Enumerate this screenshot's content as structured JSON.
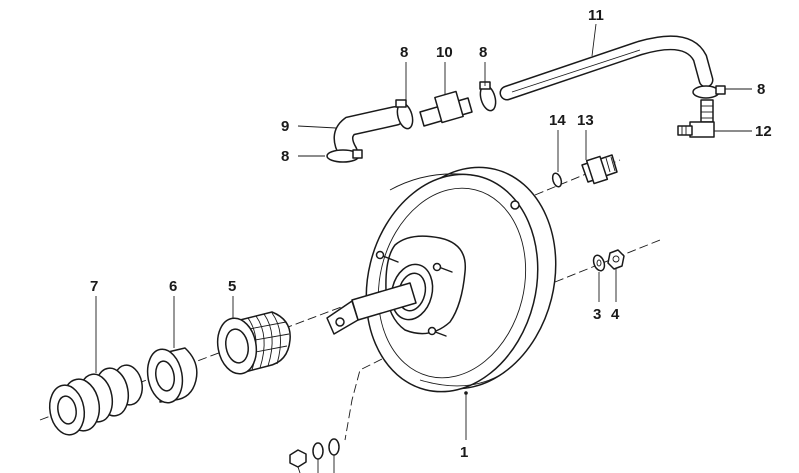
{
  "diagram": {
    "callouts": [
      {
        "id": "c1",
        "label": "1"
      },
      {
        "id": "c3",
        "label": "3"
      },
      {
        "id": "c4",
        "label": "4"
      },
      {
        "id": "c5",
        "label": "5"
      },
      {
        "id": "c6",
        "label": "6"
      },
      {
        "id": "c7",
        "label": "7"
      },
      {
        "id": "c8a",
        "label": "8"
      },
      {
        "id": "c8b",
        "label": "8"
      },
      {
        "id": "c8c",
        "label": "8"
      },
      {
        "id": "c8d",
        "label": "8"
      },
      {
        "id": "c9",
        "label": "9"
      },
      {
        "id": "c10",
        "label": "10"
      },
      {
        "id": "c11",
        "label": "11"
      },
      {
        "id": "c12",
        "label": "12"
      },
      {
        "id": "c13",
        "label": "13"
      },
      {
        "id": "c14",
        "label": "14"
      }
    ]
  }
}
